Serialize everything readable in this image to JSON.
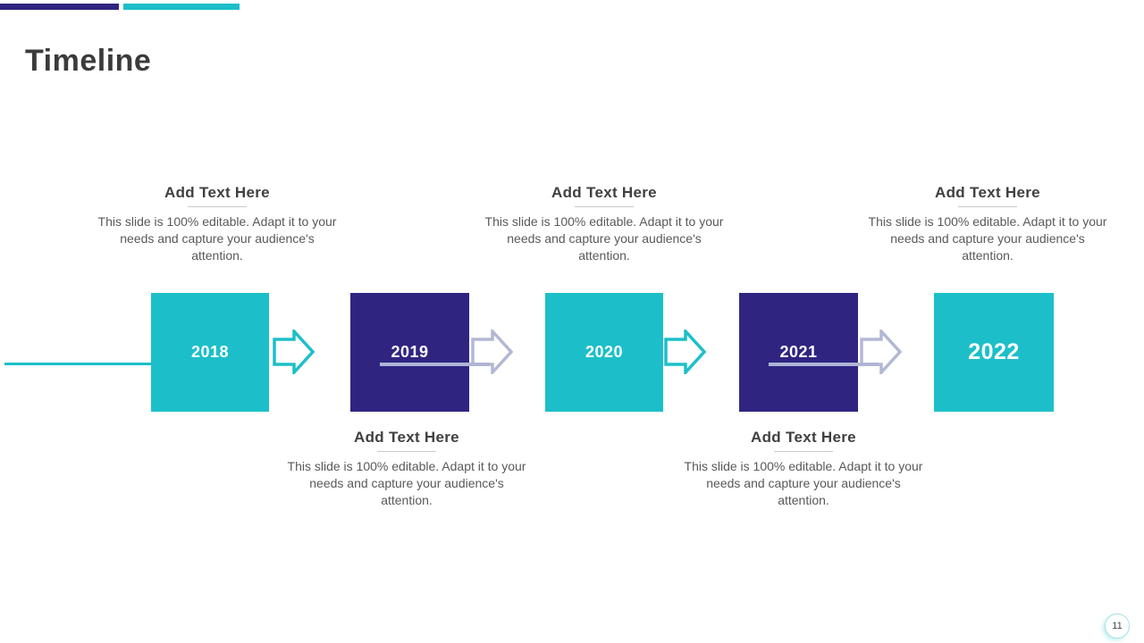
{
  "slide": {
    "title": "Timeline",
    "page_number": "11"
  },
  "colors": {
    "teal": "#1cbfc9",
    "purple": "#2f2581",
    "lavender": "#aeb5d4",
    "heading_text": "#404040",
    "body_text": "#595959"
  },
  "timeline": {
    "milestones": [
      {
        "year": "2018"
      },
      {
        "year": "2019"
      },
      {
        "year": "2020"
      },
      {
        "year": "2021"
      },
      {
        "year": "2022"
      }
    ],
    "blocks": [
      {
        "heading": "Add Text Here",
        "body": "This slide is 100% editable. Adapt it to your needs and capture your audience's attention."
      },
      {
        "heading": "Add Text Here",
        "body": "This slide is 100% editable. Adapt it to your needs and capture your audience's attention."
      },
      {
        "heading": "Add Text Here",
        "body": "This slide is 100% editable. Adapt it to your needs and capture your audience's attention."
      },
      {
        "heading": "Add Text Here",
        "body": "This slide is 100% editable. Adapt it to your needs and capture your audience's attention."
      },
      {
        "heading": "Add Text Here",
        "body": "This slide is 100% editable. Adapt it to your needs and capture your audience's attention."
      }
    ]
  }
}
